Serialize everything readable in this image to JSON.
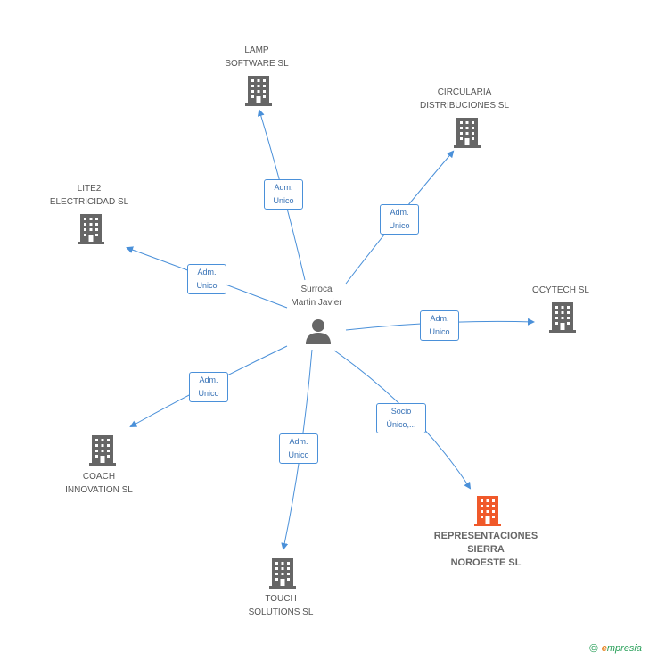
{
  "center": {
    "name": "Surroca\nMartin Javier"
  },
  "companies": [
    {
      "id": "lamp",
      "name": "LAMP\nSOFTWARE SL",
      "color": "#666666"
    },
    {
      "id": "circularia",
      "name": "CIRCULARIA\nDISTRIBUCIONES SL",
      "color": "#666666"
    },
    {
      "id": "lite2",
      "name": "LITE2\nELECTRICIDAD SL",
      "color": "#666666"
    },
    {
      "id": "ocytech",
      "name": "OCYTECH SL",
      "color": "#666666"
    },
    {
      "id": "coach",
      "name": "COACH\nINNOVATION SL",
      "color": "#666666"
    },
    {
      "id": "touch",
      "name": "TOUCH\nSOLUTIONS SL",
      "color": "#666666"
    },
    {
      "id": "representaciones",
      "name": "REPRESENTACIONES\nSIERRA\nNOROESTE SL",
      "color": "#f0592a"
    }
  ],
  "relations": [
    {
      "to": "lamp",
      "label": "Adm.\nUnico"
    },
    {
      "to": "circularia",
      "label": "Adm.\nUnico"
    },
    {
      "to": "lite2",
      "label": "Adm.\nUnico"
    },
    {
      "to": "ocytech",
      "label": "Adm.\nUnico"
    },
    {
      "to": "coach",
      "label": "Adm.\nUnico"
    },
    {
      "to": "touch",
      "label": "Adm.\nUnico"
    },
    {
      "to": "representaciones",
      "label": "Socio\nÚnico,..."
    }
  ],
  "colors": {
    "edge": "#4a90d9",
    "building": "#666666",
    "highlight": "#f0592a",
    "person": "#666666"
  },
  "footer": {
    "copyright_symbol": "©",
    "brand_initial": "e",
    "brand_rest": "mpresia"
  }
}
